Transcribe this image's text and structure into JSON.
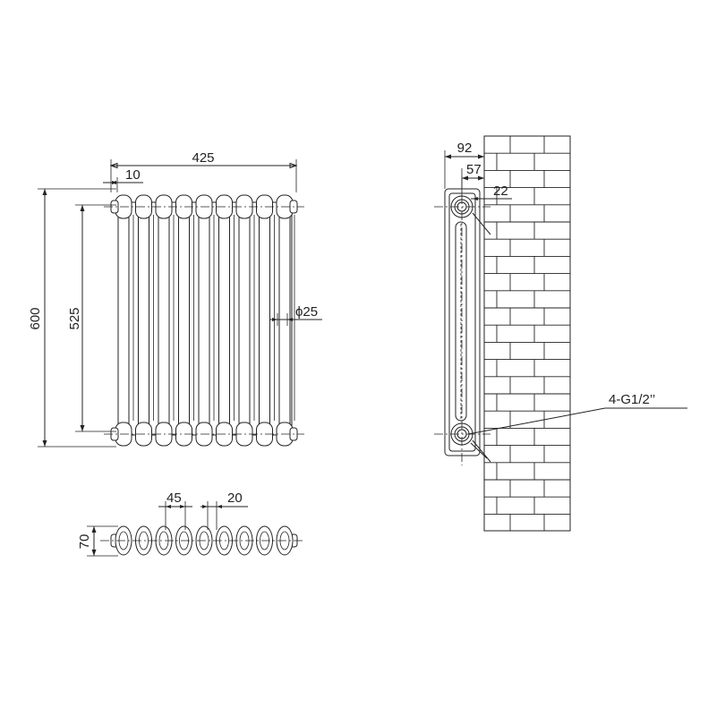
{
  "front_view": {
    "dim_overall_width": "425",
    "dim_end_offset": "10",
    "dim_overall_height": "600",
    "dim_pipe_centres": "525",
    "dim_tube_diameter": "ϕ25"
  },
  "plan_view": {
    "dim_section_pitch": "45",
    "dim_section_gap": "20",
    "dim_depth": "70"
  },
  "side_view": {
    "dim_wall_to_front": "92",
    "dim_wall_to_pipe_centre": "57",
    "dim_pipe_size": "22",
    "connection_label": "4-G1/2’’"
  },
  "colors": {
    "line": "#222222",
    "background": "#ffffff"
  }
}
